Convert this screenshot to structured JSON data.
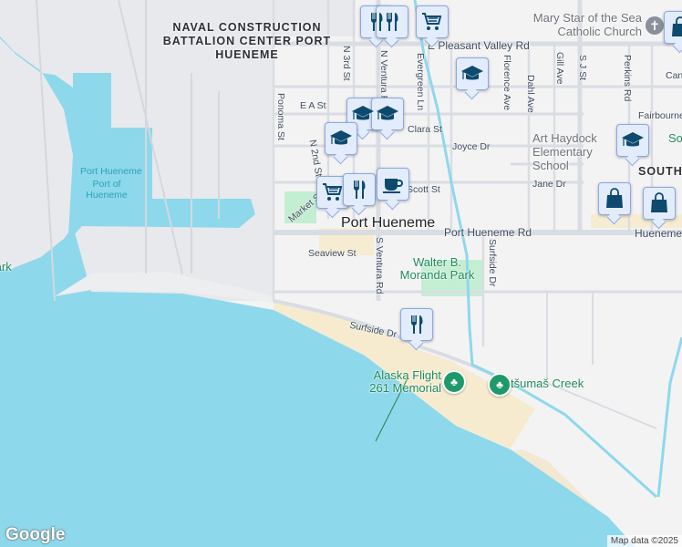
{
  "colors": {
    "ocean": "#8ed8ec",
    "land": "#f4f3f4",
    "base": "#e8e9ed",
    "beach": "#f6ebcf",
    "park": "#c4eed2",
    "marker_icon": "#0d4a6e",
    "marker_bg": "#e3ecfb",
    "park_pin": "#1e9a6a"
  },
  "labels": {
    "naval_base": "NAVAL CONSTRUCTION BATTALION CENTER PORT HUENEME",
    "port_hueneme_water": "Port Hueneme",
    "port_of_hueneme": "Port of Hueneme",
    "city": "Port Hueneme",
    "south": "SOUTH",
    "church": "Mary Star of the Sea Catholic Church",
    "school": "Art Haydock Elementary School",
    "park_left": "Park",
    "park_moranda": "Walter B. Moranda Park",
    "so": "So",
    "alaska": "Alaska Flight 261 Memorial",
    "creek": "tšumaš Creek",
    "cant": "Cant"
  },
  "streets": {
    "pleasant_valley": "E Pleasant Valley Rd",
    "n3rd": "N 3rd St",
    "ventura_n": "N Ventura Rd",
    "evergreen": "Evergreen Ln",
    "florence": "Florence Ave",
    "dahl": "Dahl Ave",
    "gill": "Gill Ave",
    "sj": "S J St",
    "perkins": "Perkins Rd",
    "ea": "E A St",
    "ponoma": "Ponoma St",
    "clara": "Clara St",
    "joyce": "Joyce Dr",
    "fairbourne": "Fairbourne",
    "n2nd": "N 2nd St",
    "jane": "Jane Dr",
    "scott": "Scott St",
    "market": "Market St",
    "port_hueneme_rd": "Port Hueneme Rd",
    "hueneme_rd": "Hueneme Rd",
    "seaview": "Seaview St",
    "ventura_s": "S Ventura Rd",
    "surfside_v": "Surfside Dr",
    "surfside": "Surfside Dr"
  },
  "markers": [
    {
      "type": "restaurant-icon"
    },
    {
      "type": "restaurant-icon"
    },
    {
      "type": "grocery-icon"
    },
    {
      "type": "shopping-bag-icon"
    },
    {
      "type": "school-icon"
    },
    {
      "type": "school-icon"
    },
    {
      "type": "school-icon"
    },
    {
      "type": "school-icon"
    },
    {
      "type": "grocery-icon"
    },
    {
      "type": "restaurant-icon"
    },
    {
      "type": "cafe-icon"
    },
    {
      "type": "school-icon"
    },
    {
      "type": "shopping-bag-icon"
    },
    {
      "type": "shopping-bag-icon"
    },
    {
      "type": "restaurant-icon"
    }
  ],
  "footer": {
    "logo": "Google",
    "attribution": "Map data ©2025"
  }
}
